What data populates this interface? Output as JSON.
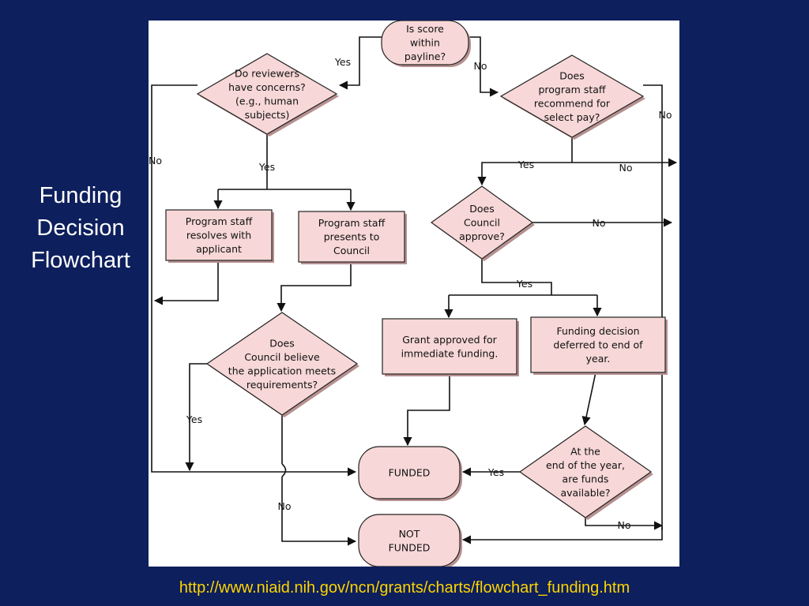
{
  "slide": {
    "title_lines": [
      "Funding",
      "Decision",
      "Flowchart"
    ],
    "source_url": "http://www.niaid.nih.gov/ncn/grants/charts/flowchart_funding.htm"
  },
  "colors": {
    "background": "#0d1f5c",
    "panel": "#ffffff",
    "node_fill": "#f7d7d7",
    "url_text": "#ffd400"
  },
  "flowchart": {
    "nodes": {
      "score": {
        "shape": "terminal",
        "lines": [
          "Is score",
          "within",
          "payline?"
        ]
      },
      "reviewers": {
        "shape": "decision",
        "lines": [
          "Do reviewers",
          "have concerns?",
          "(e.g., human",
          "subjects)"
        ]
      },
      "staff_recommend": {
        "shape": "decision",
        "lines": [
          "Does",
          "program staff",
          "recommend for",
          "select pay?"
        ]
      },
      "council_approve": {
        "shape": "decision",
        "lines": [
          "Does",
          "Council",
          "approve?"
        ]
      },
      "staff_resolves": {
        "shape": "process",
        "lines": [
          "Program staff",
          "resolves with",
          "applicant"
        ]
      },
      "staff_presents": {
        "shape": "process",
        "lines": [
          "Program staff",
          "presents to",
          "Council"
        ]
      },
      "council_believe": {
        "shape": "decision",
        "lines": [
          "Does",
          "Council believe",
          "the application meets",
          "requirements?"
        ]
      },
      "grant_approved": {
        "shape": "process",
        "lines": [
          "Grant approved for",
          "immediate funding."
        ]
      },
      "deferred": {
        "shape": "process",
        "lines": [
          "Funding decision",
          "deferred to end of",
          "year."
        ]
      },
      "funds_available": {
        "shape": "decision",
        "lines": [
          "At the",
          "end of the year,",
          "are funds",
          "available?"
        ]
      },
      "funded": {
        "shape": "terminal",
        "lines": [
          "FUNDED"
        ]
      },
      "not_funded": {
        "shape": "terminal",
        "lines": [
          "NOT",
          "FUNDED"
        ]
      }
    },
    "labels": {
      "score_yes": "Yes",
      "score_no": "No",
      "reviewers_no": "No",
      "reviewers_yes": "Yes",
      "staff_recommend_yes": "Yes",
      "staff_recommend_no_a": "No",
      "staff_recommend_no_b": "No",
      "council_approve_no": "No",
      "council_approve_yes": "Yes",
      "council_believe_yes": "Yes",
      "council_believe_no": "No",
      "funds_yes": "Yes",
      "funds_no": "No"
    }
  }
}
